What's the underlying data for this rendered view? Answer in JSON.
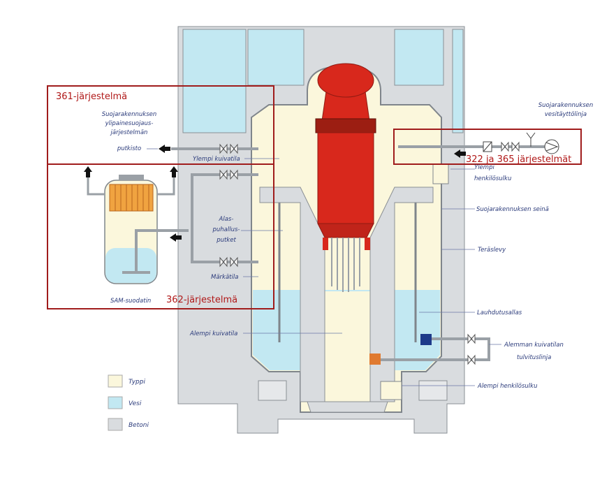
{
  "boxes": {
    "box361": "361-järjestelmä",
    "box362": "362-järjestelmä",
    "box322": "322 ja 365 järjestelmät"
  },
  "labels": {
    "overpressure": [
      "Suojarakennuksen",
      "ylipainesuojaus-",
      "järjestelmän",
      "putkisto"
    ],
    "sprinkler": [
      "Suojarakennuksen",
      "vesitäyttölinja"
    ],
    "upper_drywell": "Ylempi kuivatila",
    "upper_airlock": [
      "Ylempi",
      "henkilösulku"
    ],
    "containment_wall": "Suojarakennuksen seinä",
    "steel_liner": "Teräslevy",
    "downcomers": [
      "Alas-",
      "puhallus-",
      "putket"
    ],
    "wetwell": "Märkätila",
    "sam_filter": "SAM-suodatin",
    "condensation_pool": "Lauhdutusallas",
    "lower_drywell": "Alempi kuivatila",
    "lower_flooding": [
      "Alemman kuivatilan",
      "tulvituslinja"
    ],
    "lower_airlock": "Alempi henkilösulku"
  },
  "legend": [
    {
      "label": "Typpi",
      "color": "#fbf7dc"
    },
    {
      "label": "Vesi",
      "color": "#c2e8f2"
    },
    {
      "label": "Betoni",
      "color": "#d9dcdf"
    }
  ],
  "colors": {
    "concrete": "#d9dcdf",
    "nitrogen": "#fbf7dc",
    "water": "#c2e8f2",
    "reactor": "#d8281c",
    "frame_red": "#a01c1c"
  }
}
